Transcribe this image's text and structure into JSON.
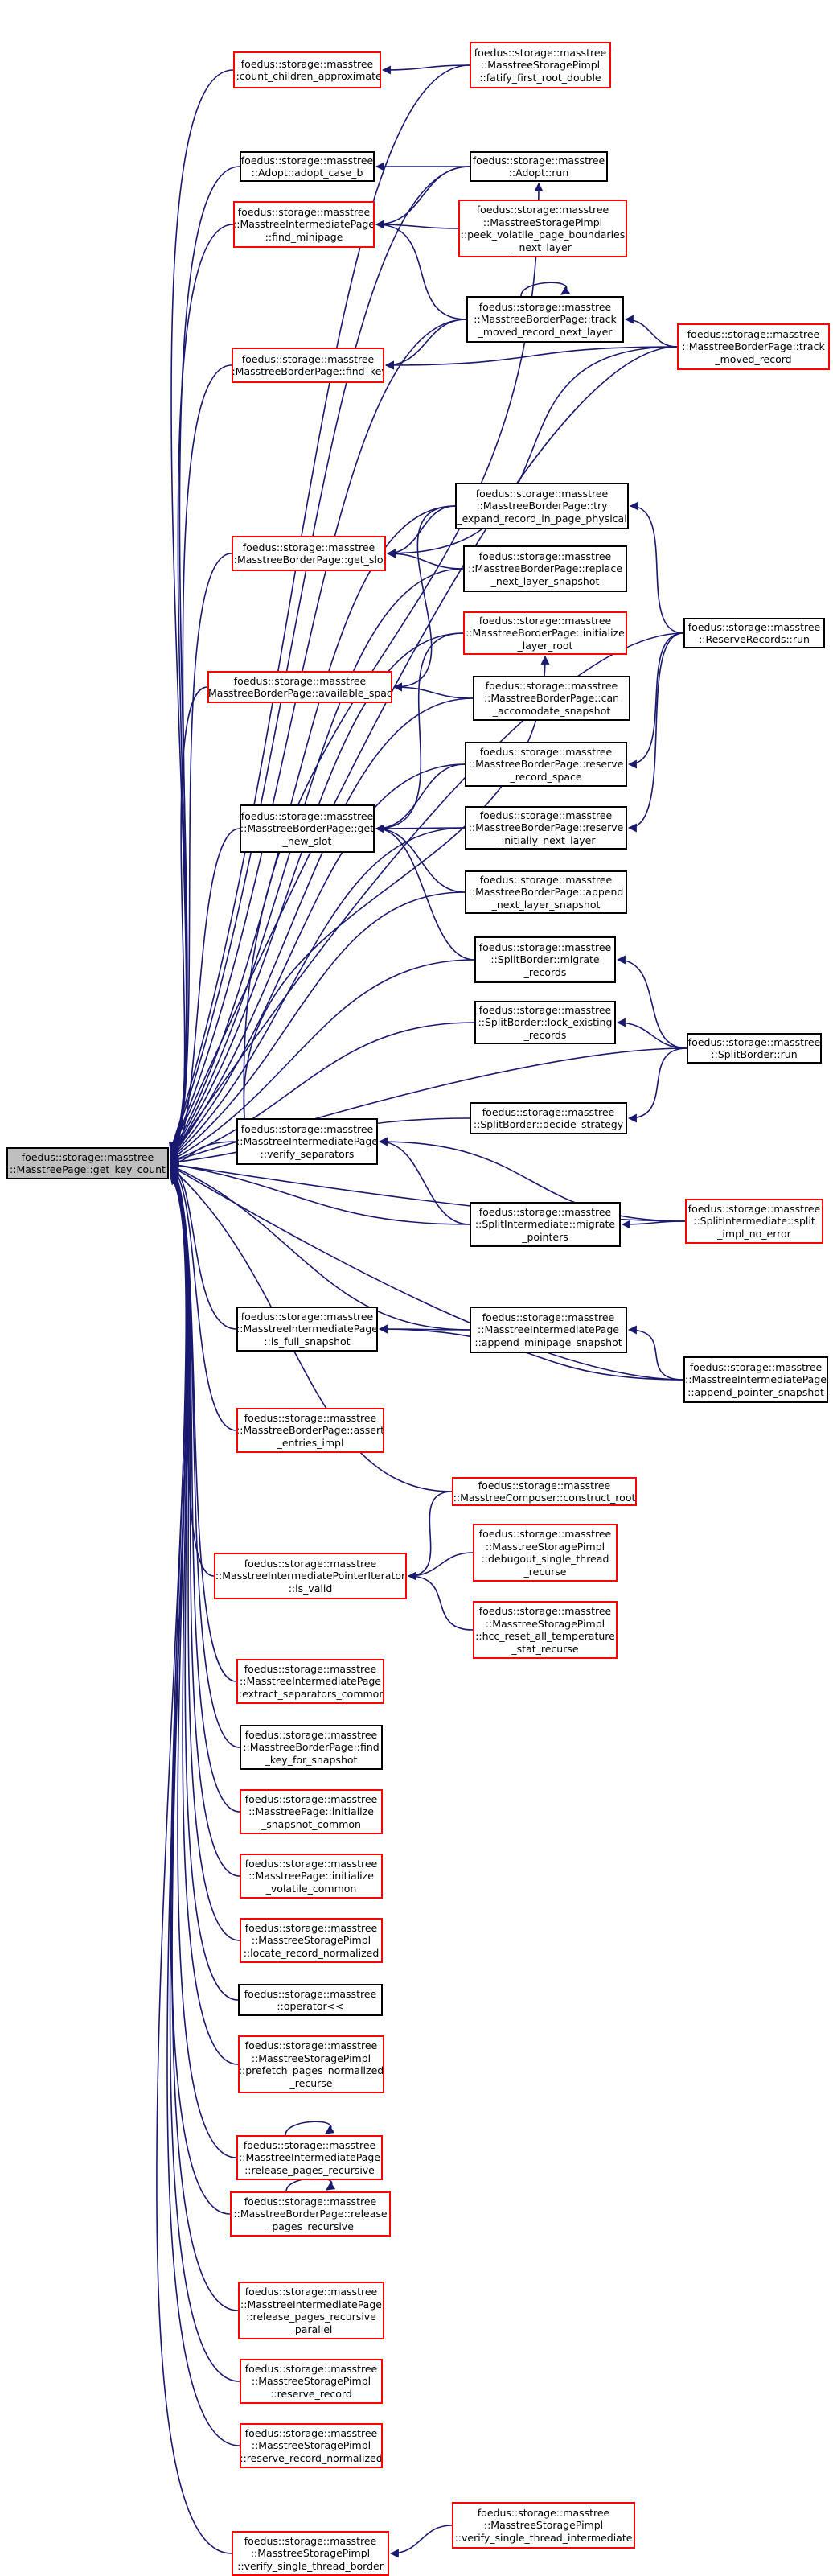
{
  "colors": {
    "edge": "#191970",
    "normal_border": "#000000",
    "linked_border": "#ff0000",
    "root_fill": "#bfbfbf"
  },
  "nodes": [
    {
      "id": "root",
      "label": "foedus::storage::masstree\n::MasstreePage::get_key_count",
      "border": "black",
      "root": true
    },
    {
      "id": "n_cca",
      "label": "foedus::storage::masstree\n::count_children_approximate",
      "border": "red"
    },
    {
      "id": "n_fatify",
      "label": "foedus::storage::masstree\n::MasstreeStoragePimpl\n::fatify_first_root_double",
      "border": "red"
    },
    {
      "id": "n_aacb",
      "label": "foedus::storage::masstree\n::Adopt::adopt_case_b",
      "border": "black"
    },
    {
      "id": "n_arun",
      "label": "foedus::storage::masstree\n::Adopt::run",
      "border": "black"
    },
    {
      "id": "n_fmp",
      "label": "foedus::storage::masstree\n::MasstreeIntermediatePage\n::find_minipage",
      "border": "red"
    },
    {
      "id": "n_peek",
      "label": "foedus::storage::masstree\n::MasstreeStoragePimpl\n::peek_volatile_page_boundaries\n_next_layer",
      "border": "red"
    },
    {
      "id": "n_tmrnl",
      "label": "foedus::storage::masstree\n::MasstreeBorderPage::track\n_moved_record_next_layer",
      "border": "black"
    },
    {
      "id": "n_tmr",
      "label": "foedus::storage::masstree\n::MasstreeBorderPage::track\n_moved_record",
      "border": "red"
    },
    {
      "id": "n_fk",
      "label": "foedus::storage::masstree\n::MasstreeBorderPage::find_key",
      "border": "red"
    },
    {
      "id": "n_tryexp",
      "label": "foedus::storage::masstree\n::MasstreeBorderPage::try\n_expand_record_in_page_physical",
      "border": "black"
    },
    {
      "id": "n_gs",
      "label": "foedus::storage::masstree\n::MasstreeBorderPage::get_slot",
      "border": "red"
    },
    {
      "id": "n_repl",
      "label": "foedus::storage::masstree\n::MasstreeBorderPage::replace\n_next_layer_snapshot",
      "border": "black"
    },
    {
      "id": "n_initlr",
      "label": "foedus::storage::masstree\n::MasstreeBorderPage::initialize\n_layer_root",
      "border": "red"
    },
    {
      "id": "n_rrrun",
      "label": "foedus::storage::masstree\n::ReserveRecords::run",
      "border": "black"
    },
    {
      "id": "n_avail",
      "label": "foedus::storage::masstree\n::MasstreeBorderPage::available_space",
      "border": "red"
    },
    {
      "id": "n_canacc",
      "label": "foedus::storage::masstree\n::MasstreeBorderPage::can\n_accomodate_snapshot",
      "border": "black"
    },
    {
      "id": "n_rrs",
      "label": "foedus::storage::masstree\n::MasstreeBorderPage::reserve\n_record_space",
      "border": "black"
    },
    {
      "id": "n_gns",
      "label": "foedus::storage::masstree\n::MasstreeBorderPage::get\n_new_slot",
      "border": "black"
    },
    {
      "id": "n_rinl",
      "label": "foedus::storage::masstree\n::MasstreeBorderPage::reserve\n_initially_next_layer",
      "border": "black"
    },
    {
      "id": "n_anls",
      "label": "foedus::storage::masstree\n::MasstreeBorderPage::append\n_next_layer_snapshot",
      "border": "black"
    },
    {
      "id": "n_sbmr",
      "label": "foedus::storage::masstree\n::SplitBorder::migrate\n_records",
      "border": "black"
    },
    {
      "id": "n_sble",
      "label": "foedus::storage::masstree\n::SplitBorder::lock_existing\n_records",
      "border": "black"
    },
    {
      "id": "n_sbrun",
      "label": "foedus::storage::masstree\n::SplitBorder::run",
      "border": "black"
    },
    {
      "id": "n_sbds",
      "label": "foedus::storage::masstree\n::SplitBorder::decide_strategy",
      "border": "black"
    },
    {
      "id": "n_vsep",
      "label": "foedus::storage::masstree\n::MasstreeIntermediatePage\n::verify_separators",
      "border": "black"
    },
    {
      "id": "n_simp",
      "label": "foedus::storage::masstree\n::SplitIntermediate::migrate\n_pointers",
      "border": "black"
    },
    {
      "id": "n_sisplit",
      "label": "foedus::storage::masstree\n::SplitIntermediate::split\n_impl_no_error",
      "border": "red"
    },
    {
      "id": "n_ifs",
      "label": "foedus::storage::masstree\n::MasstreeIntermediatePage\n::is_full_snapshot",
      "border": "black"
    },
    {
      "id": "n_ams",
      "label": "foedus::storage::masstree\n::MasstreeIntermediatePage\n::append_minipage_snapshot",
      "border": "black"
    },
    {
      "id": "n_aps",
      "label": "foedus::storage::masstree\n::MasstreeIntermediatePage\n::append_pointer_snapshot",
      "border": "black"
    },
    {
      "id": "n_aei",
      "label": "foedus::storage::masstree\n::MasstreeBorderPage::assert\n_entries_impl",
      "border": "red"
    },
    {
      "id": "n_ccr",
      "label": "foedus::storage::masstree\n::MasstreeComposer::construct_root",
      "border": "red"
    },
    {
      "id": "n_ipiv",
      "label": "foedus::storage::masstree\n::MasstreeIntermediatePointerIterator\n::is_valid",
      "border": "red"
    },
    {
      "id": "n_dbg",
      "label": "foedus::storage::masstree\n::MasstreeStoragePimpl\n::debugout_single_thread\n_recurse",
      "border": "red"
    },
    {
      "id": "n_hcc",
      "label": "foedus::storage::masstree\n::MasstreeStoragePimpl\n::hcc_reset_all_temperature\n_stat_recurse",
      "border": "red"
    },
    {
      "id": "n_esc",
      "label": "foedus::storage::masstree\n::MasstreeIntermediatePage\n::extract_separators_common",
      "border": "red"
    },
    {
      "id": "n_fkfs",
      "label": "foedus::storage::masstree\n::MasstreeBorderPage::find\n_key_for_snapshot",
      "border": "black"
    },
    {
      "id": "n_isc",
      "label": "foedus::storage::masstree\n::MasstreePage::initialize\n_snapshot_common",
      "border": "red"
    },
    {
      "id": "n_ivc",
      "label": "foedus::storage::masstree\n::MasstreePage::initialize\n_volatile_common",
      "border": "red"
    },
    {
      "id": "n_lrn",
      "label": "foedus::storage::masstree\n::MasstreeStoragePimpl\n::locate_record_normalized",
      "border": "red"
    },
    {
      "id": "n_op",
      "label": "foedus::storage::masstree\n::operator<<",
      "border": "black"
    },
    {
      "id": "n_pfn",
      "label": "foedus::storage::masstree\n::MasstreeStoragePimpl\n::prefetch_pages_normalized\n_recurse",
      "border": "red"
    },
    {
      "id": "n_rpri",
      "label": "foedus::storage::masstree\n::MasstreeIntermediatePage\n::release_pages_recursive",
      "border": "red"
    },
    {
      "id": "n_rprb",
      "label": "foedus::storage::masstree\n::MasstreeBorderPage::release\n_pages_recursive",
      "border": "red"
    },
    {
      "id": "n_rprp",
      "label": "foedus::storage::masstree\n::MasstreeIntermediatePage\n::release_pages_recursive\n_parallel",
      "border": "red"
    },
    {
      "id": "n_rr",
      "label": "foedus::storage::masstree\n::MasstreeStoragePimpl\n::reserve_record",
      "border": "red"
    },
    {
      "id": "n_rrn",
      "label": "foedus::storage::masstree\n::MasstreeStoragePimpl\n::reserve_record_normalized",
      "border": "red"
    },
    {
      "id": "n_vsti",
      "label": "foedus::storage::masstree\n::MasstreeStoragePimpl\n::verify_single_thread_intermediate",
      "border": "red"
    },
    {
      "id": "n_vstb",
      "label": "foedus::storage::masstree\n::MasstreeStoragePimpl\n::verify_single_thread_border",
      "border": "red"
    }
  ]
}
